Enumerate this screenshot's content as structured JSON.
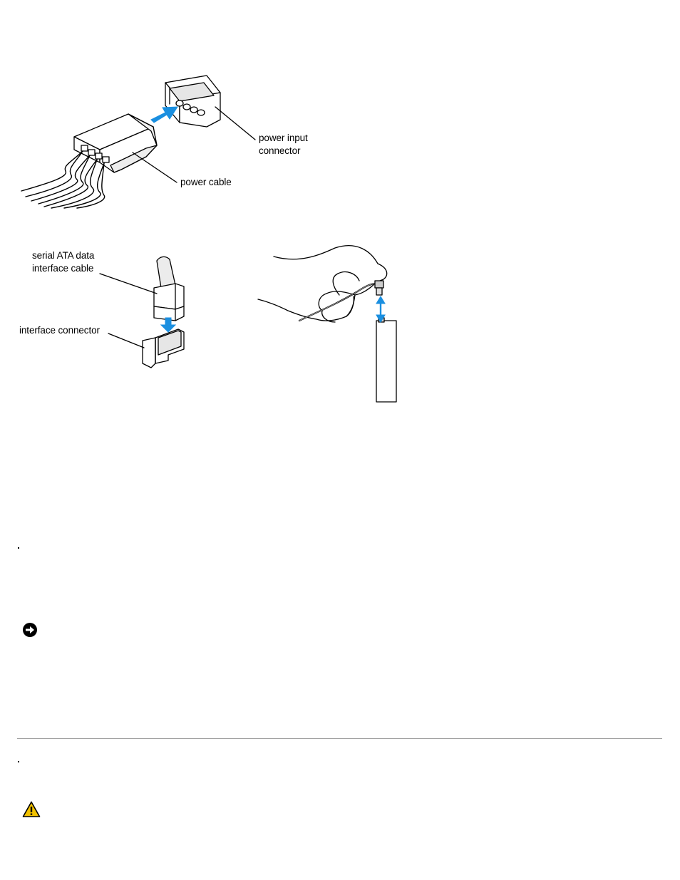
{
  "figure_power": {
    "label_power_input": [
      "power input",
      "connector"
    ],
    "label_power_cable": "power cable",
    "arrow_color": "#1a8fe0"
  },
  "figure_sata": {
    "label_data_cable": [
      "serial ATA data",
      "interface cable"
    ],
    "label_interface_connector": "interface connector",
    "arrow_color": "#1a8fe0"
  },
  "icons": {
    "notice": "notice-icon",
    "caution": "caution-icon",
    "caution_color": "#f2c200"
  }
}
